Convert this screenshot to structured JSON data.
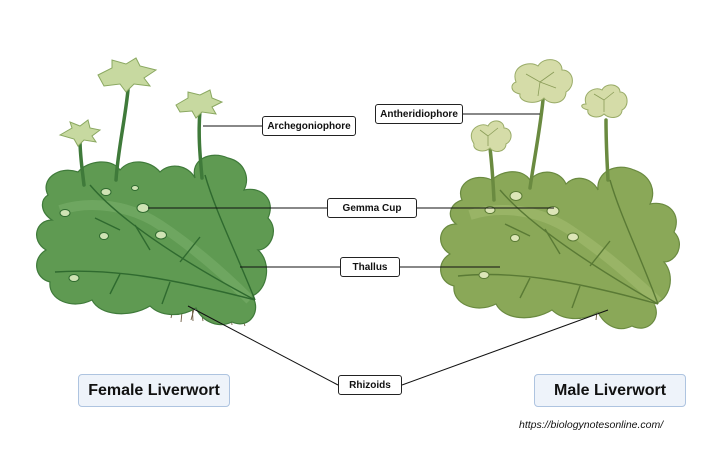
{
  "labels": {
    "archegoniophore": "Archegoniophore",
    "antheridiophore": "Antheridiophore",
    "gemma_cup": "Gemma Cup",
    "thallus": "Thallus",
    "rhizoids": "Rhizoids"
  },
  "titles": {
    "female": "Female Liverwort",
    "male": "Male Liverwort"
  },
  "source_url": "https://biologynotesonline.com/",
  "colors": {
    "female_thallus": "#5f9a52",
    "female_thallus_dark": "#3f7a3a",
    "male_thallus": "#8aa858",
    "male_thallus_dark": "#6a8a40",
    "stalk_female": "#3f7a3a",
    "stalk_male": "#6a8a40",
    "disc_female": "#c7d9a0",
    "disc_male": "#d5dca8",
    "title_bg": "#eef3fa",
    "title_border": "#aec4e0"
  }
}
